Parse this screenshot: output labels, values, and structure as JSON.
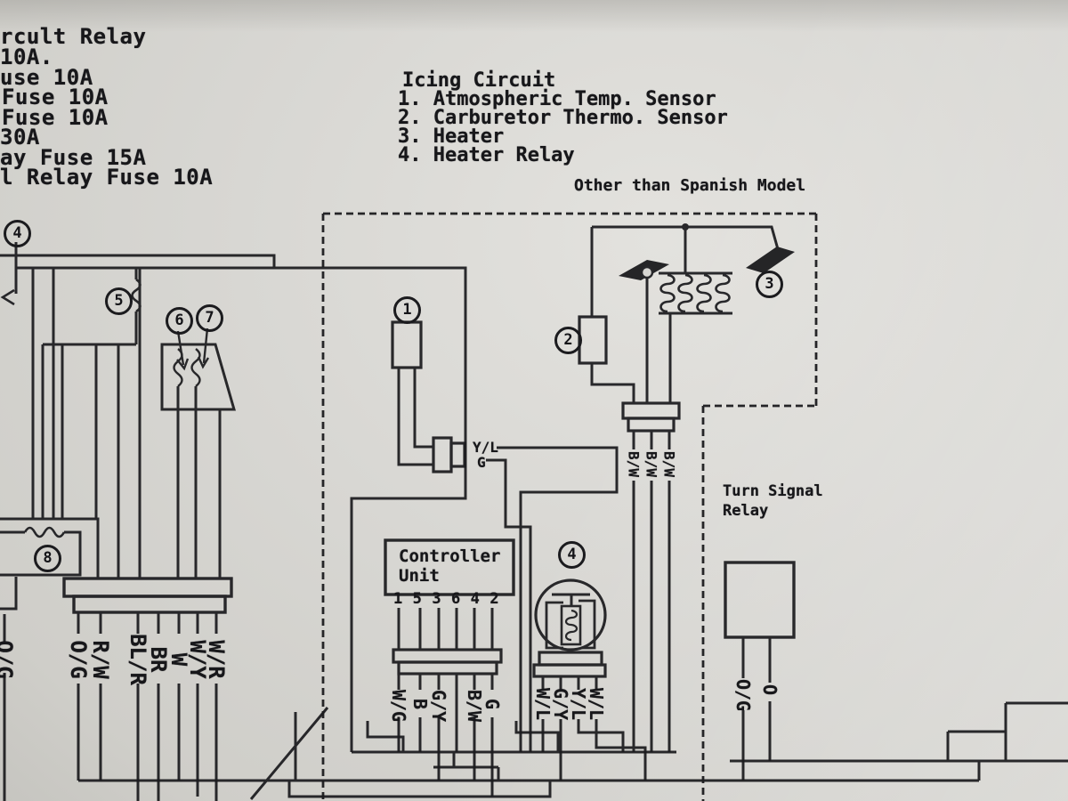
{
  "diagram": {
    "fuse_list": [
      "rcult Relay",
      "10A.",
      "use 10A",
      "Fuse 10A",
      "Fuse 10A",
      "30A",
      "ay Fuse 15A",
      "l Relay Fuse 10A"
    ],
    "legend": {
      "title": "Icing Circuit",
      "item1": "1. Atmospheric Temp. Sensor",
      "item2": "2. Carburetor Thermo. Sensor",
      "item3": "3. Heater",
      "item4": "4. Heater Relay"
    },
    "annotations": {
      "variant_note": "Other than Spanish Model",
      "turn_signal_line1": "Turn Signal",
      "turn_signal_line2": "Relay",
      "controller_line1": "Controller",
      "controller_line2": "Unit",
      "controller_pins": "1 5 3 6 4 2"
    },
    "callouts": {
      "c1": "1",
      "c2": "2",
      "c3": "3",
      "c4": "4",
      "c5": "5",
      "c6": "6",
      "c7": "7",
      "c8": "8",
      "c4_left": "4"
    },
    "wire_labels": {
      "sensor_top": "Y/L",
      "sensor_bottom": "G",
      "left_edge": "O/G",
      "left1": "O/G",
      "left2": "R/W",
      "left3": "BL/R",
      "left4": "BR",
      "left5": "W",
      "left6": "W/Y",
      "left7": "W/R",
      "ctrl1": "W/G",
      "ctrl2": "B",
      "ctrl3": "G/Y",
      "ctrl4": "B/W",
      "ctrl5": "G",
      "heater1": "B/W",
      "heater2": "B/W",
      "heater3": "B/W",
      "relay1": "W/L",
      "relay2": "G/Y",
      "relay3": "Y/L",
      "relay4": "W/L",
      "ts1": "O/G",
      "ts2": "O"
    },
    "ink": "#1b1b1e",
    "paper": "#d8d7d3"
  }
}
